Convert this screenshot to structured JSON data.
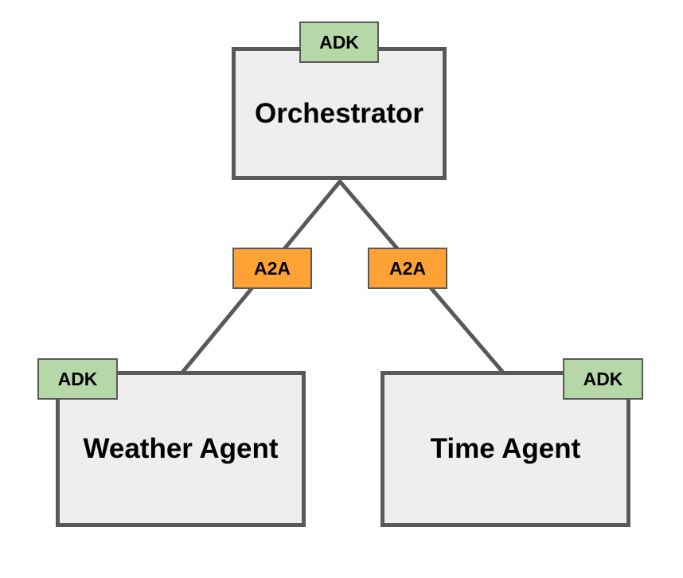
{
  "colors": {
    "box_fill": "#eeeeee",
    "box_border": "#595959",
    "adk_tag": "#b6d7a8",
    "a2a_tag": "#ffa236"
  },
  "nodes": {
    "orchestrator": {
      "label": "Orchestrator",
      "tag": "ADK"
    },
    "weather_agent": {
      "label": "Weather Agent",
      "tag": "ADK"
    },
    "time_agent": {
      "label": "Time Agent",
      "tag": "ADK"
    }
  },
  "edges": [
    {
      "from": "orchestrator",
      "to": "weather_agent",
      "label": "A2A"
    },
    {
      "from": "orchestrator",
      "to": "time_agent",
      "label": "A2A"
    }
  ]
}
